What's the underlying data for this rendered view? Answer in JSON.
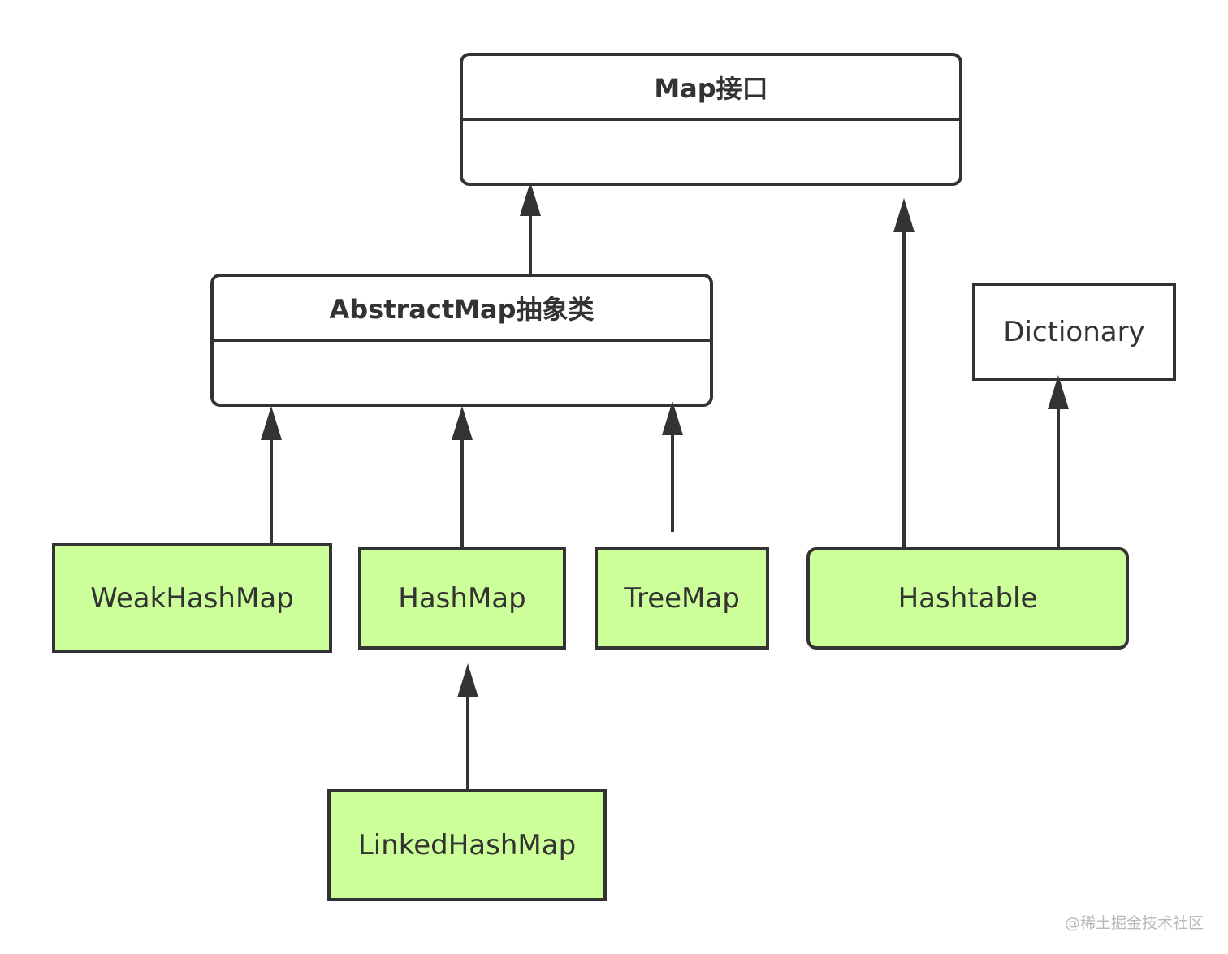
{
  "diagram": {
    "nodes": {
      "map_interface": {
        "label": "Map接口",
        "fill": "#ffffff"
      },
      "abstract_map": {
        "label": "AbstractMap抽象类",
        "fill": "#ffffff"
      },
      "dictionary": {
        "label": "Dictionary",
        "fill": "#ffffff"
      },
      "weak_hash_map": {
        "label": "WeakHashMap",
        "fill": "#ccff99"
      },
      "hash_map": {
        "label": "HashMap",
        "fill": "#ccff99"
      },
      "tree_map": {
        "label": "TreeMap",
        "fill": "#ccff99"
      },
      "hashtable": {
        "label": "Hashtable",
        "fill": "#ccff99"
      },
      "linked_hash_map": {
        "label": "LinkedHashMap",
        "fill": "#ccff99"
      }
    },
    "edges": [
      {
        "from": "abstract_map",
        "to": "map_interface"
      },
      {
        "from": "weak_hash_map",
        "to": "abstract_map"
      },
      {
        "from": "hash_map",
        "to": "abstract_map"
      },
      {
        "from": "tree_map",
        "to": "abstract_map"
      },
      {
        "from": "hashtable",
        "to": "map_interface"
      },
      {
        "from": "hashtable",
        "to": "dictionary"
      },
      {
        "from": "linked_hash_map",
        "to": "hash_map"
      }
    ],
    "colors": {
      "stroke": "#333333",
      "text": "#333333",
      "class_fill": "#ccff99",
      "abstract_fill": "#ffffff"
    }
  },
  "watermark": "@稀土掘金技术社区"
}
